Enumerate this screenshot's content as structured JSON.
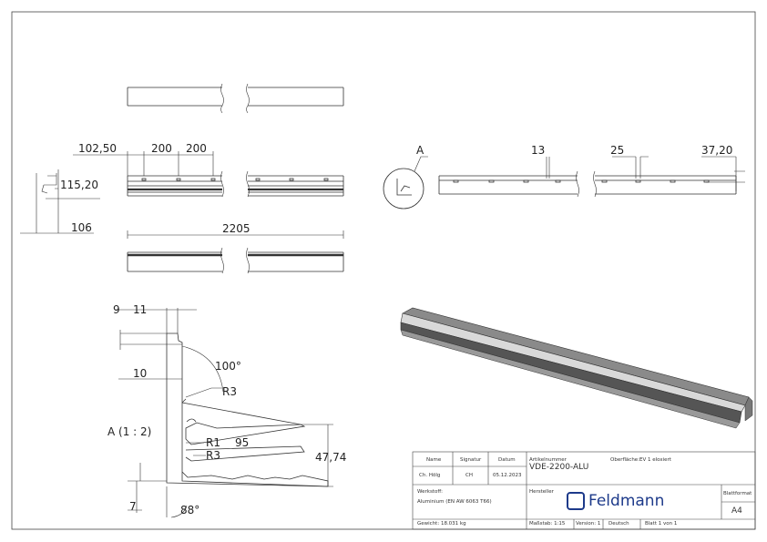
{
  "drawing": {
    "dims_top": {
      "d102": "102,50",
      "d200a": "200",
      "d200b": "200",
      "d115": "115,20",
      "d106": "106",
      "d2205": "2205"
    },
    "dims_right": {
      "detail": "A",
      "d13": "13",
      "d25": "25",
      "d37": "37,20"
    },
    "profile": {
      "d9": "9",
      "d11": "11",
      "d10": "10",
      "angle100": "100°",
      "r3a": "R3",
      "r1": "R1",
      "d95": "95",
      "r3b": "R3",
      "d47": "47,74",
      "d7": "7",
      "angle88": "88°",
      "detail_label": "A (1 : 2)"
    }
  },
  "title_block": {
    "h_name": "Name",
    "h_sign": "Signatur",
    "h_date": "Datum",
    "name": "Ch. Hölg",
    "sign": "CH",
    "date": "05.12.2023",
    "article_label": "Artikelnummer",
    "article": "VDE-2200-ALU",
    "surface_label": "Oberfläche:",
    "surface": "EV 1 eloxiert",
    "material_label": "Werkstoff:",
    "material": "Aluminium (EN AW 6063 T66)",
    "maker_label": "Hersteller",
    "logo_text": "Feldmann",
    "format_label": "Blattformat",
    "format": "A4",
    "weight": "Gewicht: 18.031 kg",
    "scale": "Maßstab: 1:15",
    "version": "Version: 1",
    "language": "Deutsch",
    "sheet": "Blatt 1 von 1"
  }
}
